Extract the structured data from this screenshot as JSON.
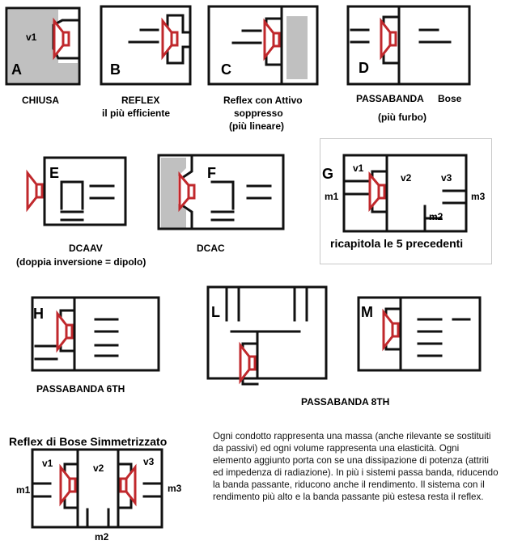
{
  "palette": {
    "wall": "#111111",
    "driver": "#c0282c",
    "fill": "#c0c0c0",
    "box_border": "#c8c8c8"
  },
  "icons": [
    "loudspeaker-driver-icon",
    "port-duct-icon"
  ],
  "diagrams": {
    "A": {
      "letter": "A",
      "caption": "CHIUSA",
      "v1": "v1"
    },
    "B": {
      "letter": "B",
      "caption": "REFLEX",
      "sub": "il più efficiente"
    },
    "C": {
      "letter": "C",
      "caption": "Reflex con Attivo",
      "sub": "soppresso",
      "sub2": "(più lineare)"
    },
    "D": {
      "letter": "D",
      "caption": "PASSABANDA",
      "caption2": "Bose",
      "sub": "(più furbo)"
    },
    "E": {
      "letter": "E",
      "caption": "DCAAV",
      "sub": "(doppia inversione = dipolo)"
    },
    "F": {
      "letter": "F",
      "caption": "DCAC"
    },
    "G": {
      "letter": "G",
      "v1": "v1",
      "v2": "v2",
      "v3": "v3",
      "m1": "m1",
      "m2": "m2",
      "m3": "m3",
      "caption": "ricapitola le 5 precedenti"
    },
    "H": {
      "letter": "H",
      "caption": "PASSABANDA 6TH"
    },
    "L": {
      "letter": "L",
      "caption": "PASSABANDA 8TH"
    },
    "M": {
      "letter": "M"
    },
    "S": {
      "title": "Reflex di Bose Simmetrizzato",
      "v1": "v1",
      "v2": "v2",
      "v3": "v3",
      "m1": "m1",
      "m2": "m2",
      "m3": "m3"
    }
  },
  "description": "Ogni condotto rappresenta una massa (anche rilevante se sostituiti da passivi) ed ogni volume rappresenta una elasticità. Ogni elemento aggiunto porta con se una dissipazione di potenza (attriti ed impedenza di radiazione). In più i sistemi passa banda, riducendo la banda passante, riducono anche il rendimento. Il sistema con il rendimento più alto e la banda passante  più estesa resta il reflex."
}
